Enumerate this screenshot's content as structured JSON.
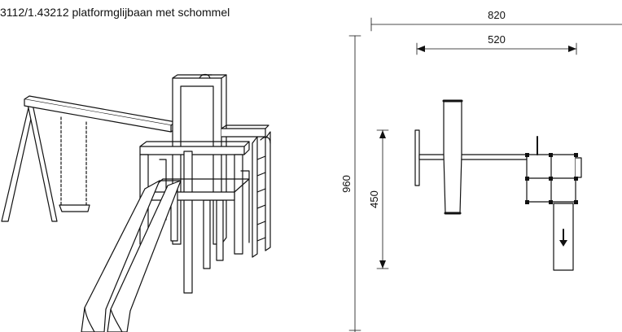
{
  "title": "3112/1.43212 platformglijbaan met schommel",
  "dimensions": {
    "overall_width": "820",
    "equipment_width": "520",
    "overall_depth": "960",
    "swing_depth": "450"
  }
}
